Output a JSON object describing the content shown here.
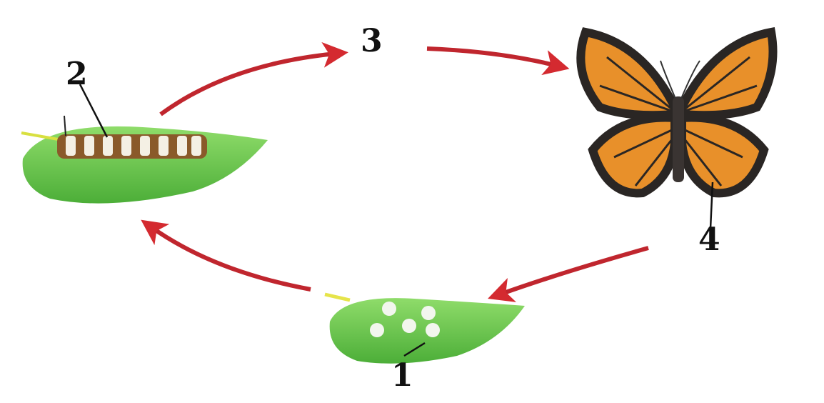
{
  "diagram": {
    "labels": {
      "stage1": "1",
      "stage2": "2",
      "stage3": "3",
      "stage4": "4"
    },
    "colors": {
      "arrow": "#c8232c",
      "leaf": "#6cc84a",
      "wing": "#e8902a",
      "wing_border": "#2a2624"
    }
  }
}
